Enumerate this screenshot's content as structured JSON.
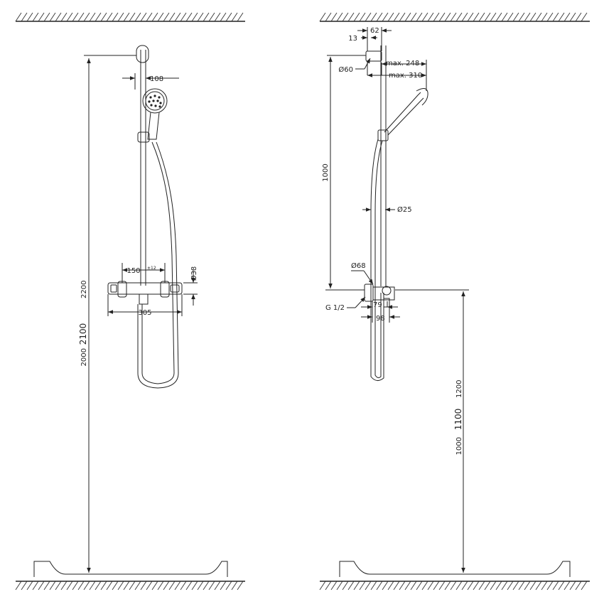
{
  "left_view": {
    "height_total": "2100",
    "height_max": "2200",
    "height_min": "2000",
    "head_offset": "108",
    "mixer_spacing": "150",
    "mixer_spacing_tol": "±12",
    "rail_diameter": "Ø38",
    "mixer_width": "305"
  },
  "right_view": {
    "top_offset": "62",
    "wall_offset": "13",
    "bracket_diameter": "Ø60",
    "reach_248": "max. 248",
    "reach_310": "max. 310",
    "rail_length": "1000",
    "hose_diameter": "Ø25",
    "mixer_diameter": "Ø68",
    "thread": "G 1/2",
    "depth_79": "79",
    "depth_98": "98",
    "mount_height": "1100",
    "mount_max": "1200",
    "mount_min": "1000"
  }
}
